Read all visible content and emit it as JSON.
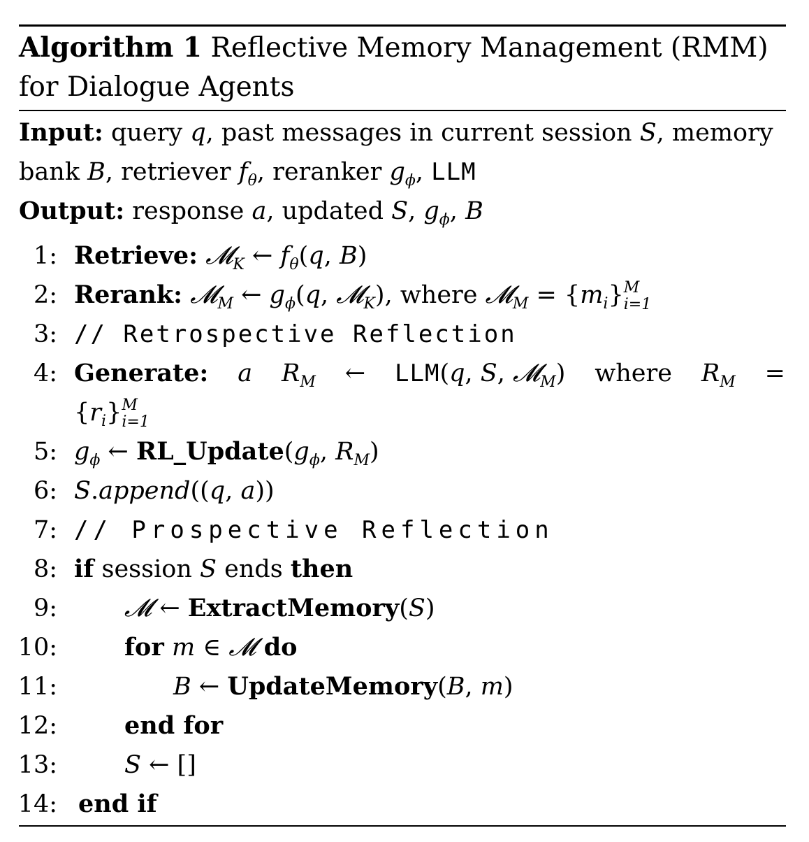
{
  "caption": {
    "label": "Algorithm 1",
    "title": "Reflective Memory Management (RMM) for Dialogue Agents"
  },
  "io": {
    "input_label": "Input:",
    "input_text": "query q, past messages in current session S, memory bank B, retriever fθ, reranker gϕ, LLM",
    "output_label": "Output:",
    "output_text": "response a, updated S, gϕ, B"
  },
  "lines": [
    {
      "n": "1:",
      "kw": "Retrieve:",
      "text": "𝓜K ← fθ(q, B)"
    },
    {
      "n": "2:",
      "kw": "Rerank:",
      "text": "𝓜M ← gϕ(q, 𝓜K), where 𝓜M = {mi} i=1..M"
    },
    {
      "n": "3:",
      "text": "// Retrospective Reflection"
    },
    {
      "n": "4:",
      "kw": "Generate:",
      "text": "a, RM ← LLM(q, S, 𝓜M) where RM = {ri} i=1..M"
    },
    {
      "n": "5:",
      "kw": "RL_Update",
      "text": "gϕ ← RL_Update(gϕ, RM)"
    },
    {
      "n": "6:",
      "text": "S.append((q, a))"
    },
    {
      "n": "7:",
      "text": "// Prospective Reflection"
    },
    {
      "n": "8:",
      "kw": "if",
      "text": "session S ends",
      "kw2": "then"
    },
    {
      "n": "9:",
      "kw": "ExtractMemory",
      "text": "𝓜 ← ExtractMemory(S)"
    },
    {
      "n": "10:",
      "kw": "for",
      "text": "m ∈ 𝓜",
      "kw2": "do"
    },
    {
      "n": "11:",
      "kw": "UpdateMemory",
      "text": "B ← UpdateMemory(B, m)"
    },
    {
      "n": "12:",
      "kw": "end for"
    },
    {
      "n": "13:",
      "text": "S ← []"
    },
    {
      "n": "14:",
      "kw": "end if"
    }
  ]
}
